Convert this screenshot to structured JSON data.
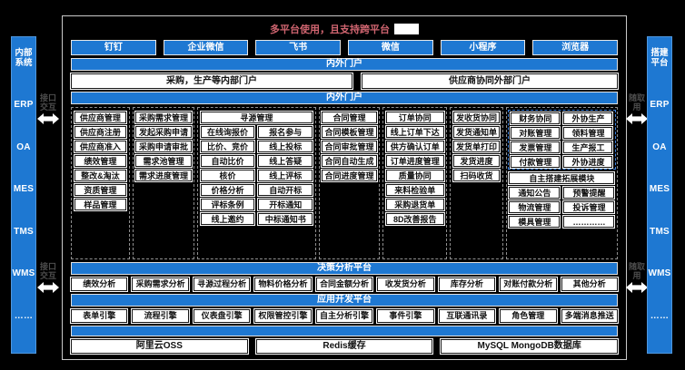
{
  "banner": {
    "text": "多平台使用，且支持跨平台"
  },
  "platform_buttons": [
    "钉钉",
    "企业微信",
    "飞书",
    "微信",
    "小程序",
    "浏览器"
  ],
  "portal": {
    "outer_bar": "内外门户",
    "internal": "采购，生产等内部门户",
    "external": "供应商协同外部门户",
    "inner_bar": "内外门户"
  },
  "sidebars": {
    "left": {
      "title": "内部系统",
      "systems": [
        "ERP",
        "OA",
        "MES",
        "TMS",
        "WMS",
        "……"
      ],
      "connector": "接口交互"
    },
    "right": {
      "title": "搭建平台",
      "systems": [
        "ERP",
        "OA",
        "MES",
        "TMS",
        "WMS",
        "……"
      ],
      "connector": "随取用"
    }
  },
  "modules": {
    "supplier": {
      "items": [
        "供应商管理",
        "供应商注册",
        "供应商准入",
        "绩效管理",
        "整改&淘汰",
        "资质管理",
        "样品管理"
      ]
    },
    "demand": {
      "items": [
        "采购需求管理",
        "发起采购申请",
        "采购申请审批",
        "需求池管理",
        "需求进度管理"
      ]
    },
    "sourcing": {
      "header": "寻源管理",
      "col_a": [
        "在线询报价",
        "比价、竞价",
        "自动比价",
        "核价",
        "价格分析",
        "评标条例",
        "线上邀约"
      ],
      "col_b": [
        "报名参与",
        "线上投标",
        "线上答疑",
        "线上评标",
        "自动开标",
        "开标通知",
        "中标通知书"
      ]
    },
    "contract": {
      "items": [
        "合同管理",
        "合同模板管理",
        "合同审批管理",
        "合同自动生成",
        "合同进度管理"
      ]
    },
    "order": {
      "items": [
        "订单协同",
        "线上订单下达",
        "供方确认订单",
        "订单进度管理",
        "质量协同",
        "来料检验单",
        "采购退货单",
        "8D改善报告"
      ]
    },
    "shipping": {
      "items": [
        "发收货协同",
        "发货通知单",
        "发货单打印",
        "发货进度",
        "扫码收货"
      ]
    },
    "finance": {
      "items": [
        "财务协同",
        "对账管理",
        "发票管理",
        "付款管理"
      ]
    },
    "outsourcing": {
      "items": [
        "外协生产",
        "领料管理",
        "生产报工",
        "外协进度"
      ]
    },
    "extension": {
      "header": "自主搭建拓展模块",
      "col_a": [
        "通知公告",
        "物流管理",
        "模具管理"
      ],
      "col_b": [
        "预警提醒",
        "投诉管理",
        "…………"
      ]
    }
  },
  "analysis": {
    "bar": "决策分析平台",
    "items": [
      "绩效分析",
      "采购需求分析",
      "寻源过程分析",
      "物料价格分析",
      "合同金额分析",
      "收发货分析",
      "库存分析",
      "对账付款分析",
      "其他分析"
    ]
  },
  "appdev": {
    "bar": "应用开发平台",
    "items": [
      "表单引擎",
      "流程引擎",
      "仪表盘引擎",
      "权限管控引擎",
      "自主分析引擎",
      "事件引擎",
      "互联通讯录",
      "角色管理",
      "多端消息推送"
    ]
  },
  "infra": {
    "items": [
      "阿里云OSS",
      "Redis缓存",
      "MySQL MongoDB数据库"
    ]
  }
}
